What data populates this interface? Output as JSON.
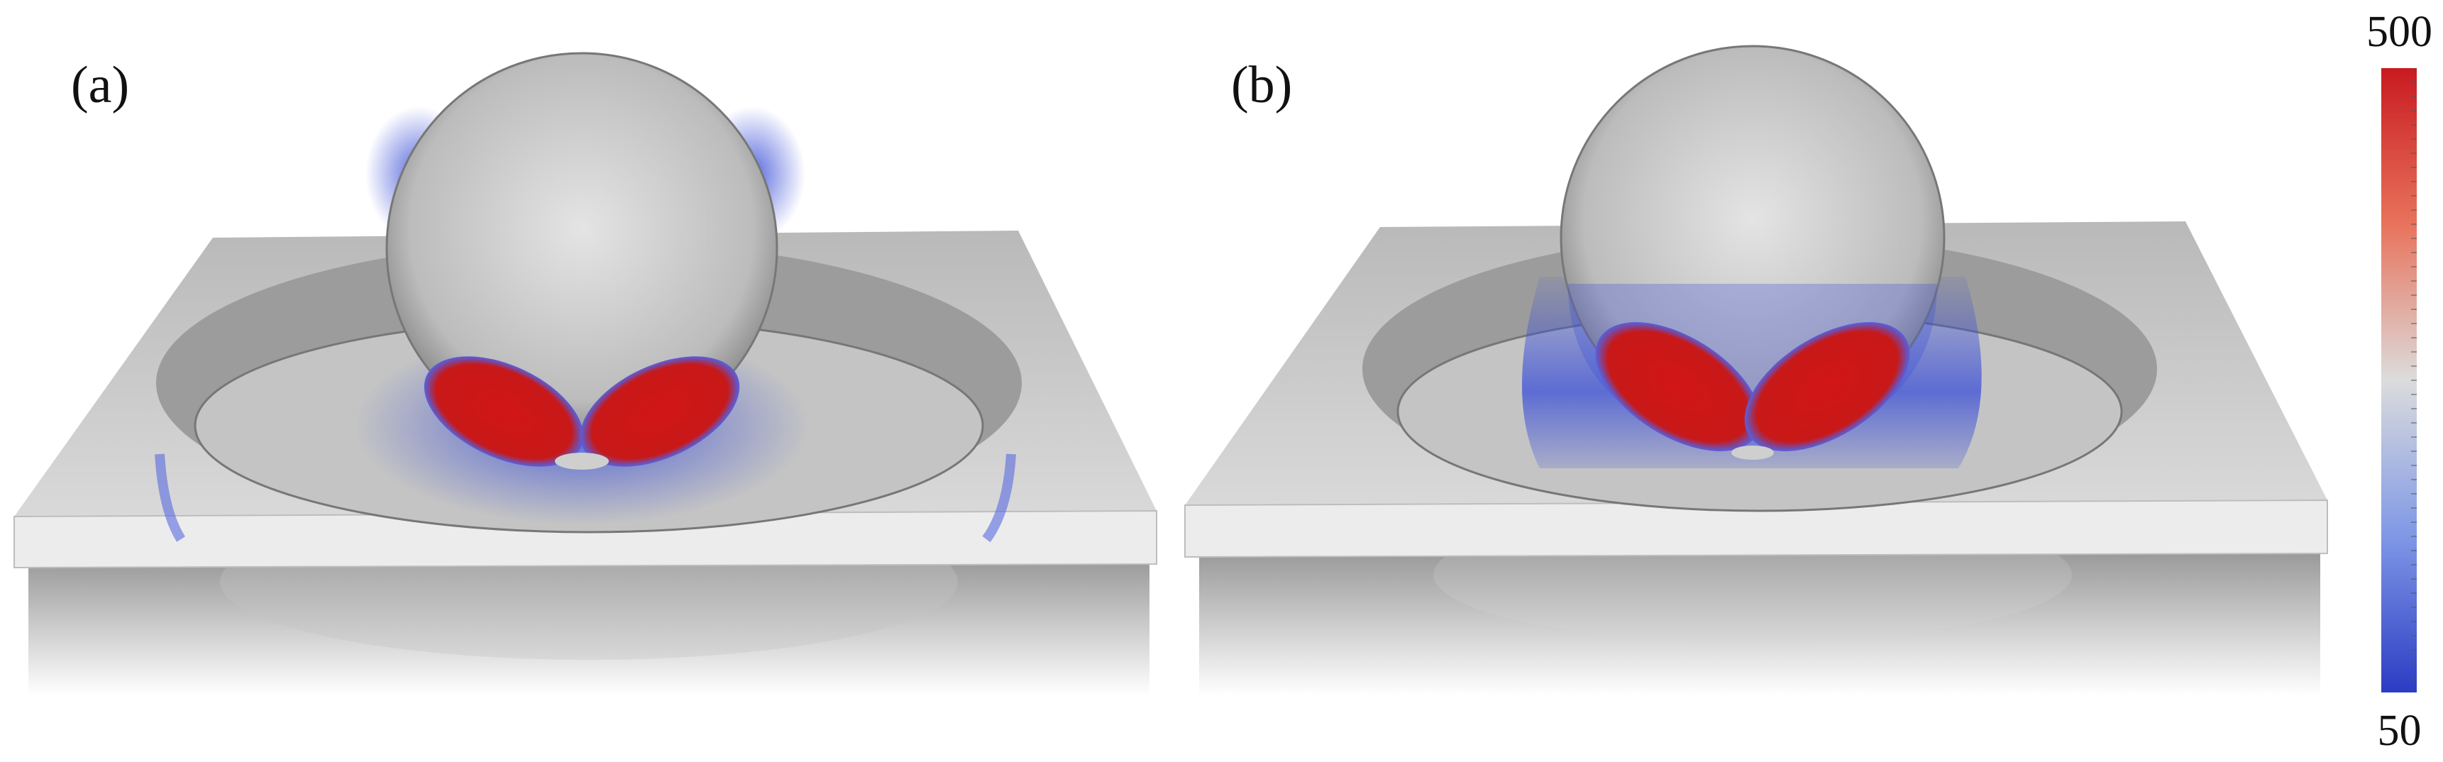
{
  "panels": [
    {
      "label": "(a)"
    },
    {
      "label": "(b)"
    }
  ],
  "colorbar": {
    "max_label": "500",
    "min_label": "50",
    "colors": [
      "#c81a20",
      "#e8735c",
      "#dcdcdc",
      "#7f98e6",
      "#2b3cc4"
    ]
  },
  "scene_colors": {
    "plate_top": "#cfcfcf",
    "plate_edge": "#ececec",
    "sphere": "#c9c9c9",
    "hot": "#d21616",
    "cold": "#3a4fd8"
  }
}
